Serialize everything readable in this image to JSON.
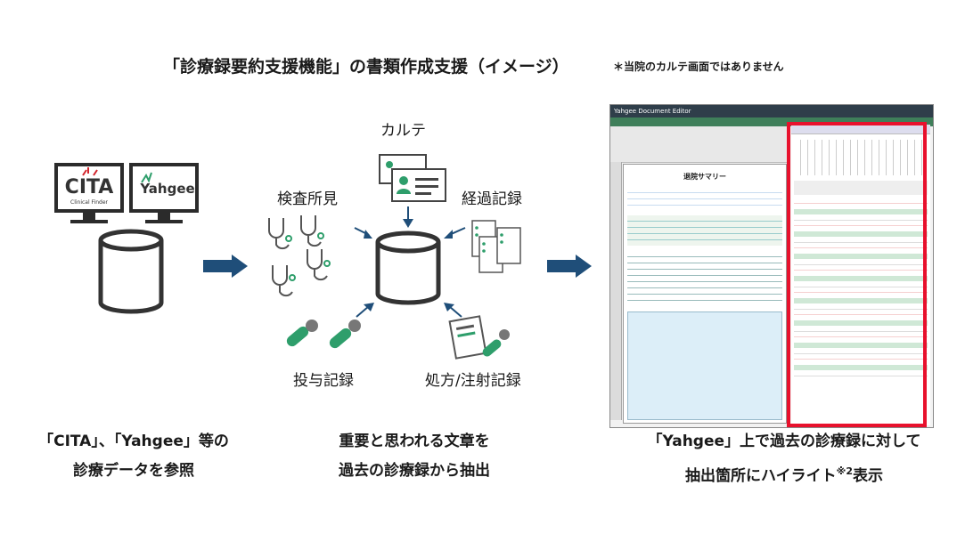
{
  "title": "「診療録要約支援機能」の書類作成支援（イメージ）",
  "note": "＊当院のカルテ画面ではありません",
  "monitors": {
    "left_logo": "CITA",
    "left_sub": "Clinical Finder",
    "right_logo": "Yahgee"
  },
  "sources": {
    "karte": "カルテ",
    "kensa": "検査所見",
    "keika": "経過記録",
    "toyo": "投与記録",
    "shoho": "処方/注射記録"
  },
  "captions": {
    "left_line1": "「CITA」、「Yahgee」等の",
    "left_line2": "診療データを参照",
    "mid_line1": "重要と思われる文章を",
    "mid_line2": "過去の診療録から抽出",
    "right_line1": "「Yahgee」上で過去の診療録に対して",
    "right_line2_pre": "抽出箇所にハイライト",
    "right_sup": "※2",
    "right_line2_post": "表示"
  },
  "screenshot": {
    "window_title": "Yahgee Document Editor",
    "doc_heading": "退院サマリー"
  },
  "colors": {
    "arrow": "#1f4e79",
    "cylinder": "#333333",
    "highlight_frame": "#e8112d",
    "icon_green": "#2e9e6b"
  }
}
